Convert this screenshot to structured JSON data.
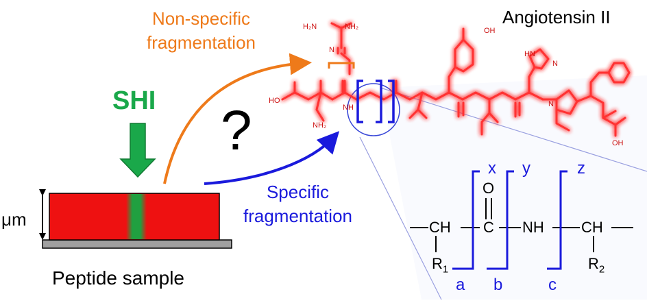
{
  "figure": {
    "title": "Angiotensin II",
    "nonspecific_label": [
      "Non-specific",
      "fragmentation"
    ],
    "specific_label": [
      "Specific",
      "fragmentation"
    ],
    "shi_label": "SHI",
    "question_mark": "?",
    "thickness_label": "μm",
    "sample_label": "Peptide sample"
  },
  "backbone": {
    "top_fragments": [
      "x",
      "y",
      "z"
    ],
    "bottom_fragments": [
      "a",
      "b",
      "c"
    ],
    "oxygen": "O",
    "ch_left": "CH",
    "carbonyl_c": "C",
    "nh": "NH",
    "ch_right": "CH",
    "r1": "R",
    "r1_sub": "1",
    "r2": "R",
    "r2_sub": "2"
  },
  "molecule_atoms": {
    "guanidine_left": "H₂N",
    "guanidine_right": "NH₂",
    "imine_n": "N",
    "acid_left": "HO",
    "amine": "NH₂",
    "amide_nh": "NH",
    "hydroxyl": "OH",
    "imidazole_nh": "HN",
    "imidazole_n": "N",
    "proline_n": "N",
    "terminal_oh": "OH"
  },
  "colors": {
    "sample_red": "#ee1111",
    "shi_green": "#1aa84a",
    "nonspecific_orange": "#ee7a1a",
    "specific_blue": "#1a1adc",
    "molecule_red": "#ff3333",
    "substrate_gray": "#a0a0a0"
  }
}
